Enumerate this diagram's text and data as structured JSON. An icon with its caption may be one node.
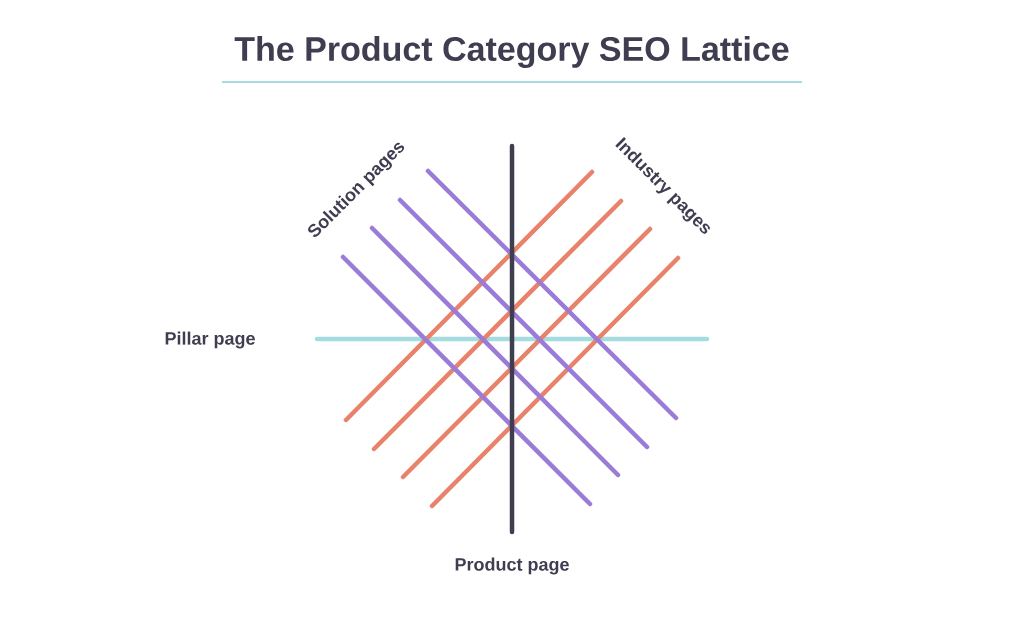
{
  "diagram": {
    "title": "The Product Category SEO Lattice",
    "labels": [
      "Solution pages",
      "Industry pages",
      "Pillar page",
      "Product page"
    ]
  }
}
